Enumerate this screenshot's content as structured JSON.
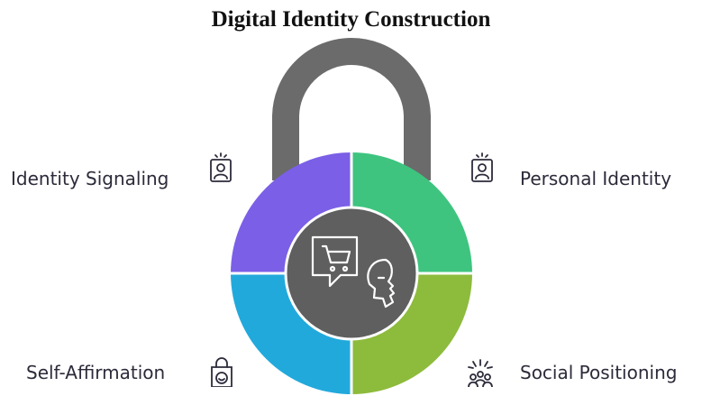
{
  "title": "Digital Identity Construction",
  "colors": {
    "shackle": "#6b6b6b",
    "center": "#5f5f5f",
    "identity_signaling": "#7b5fe6",
    "personal_identity": "#3ec47f",
    "self_affirmation": "#22a9dc",
    "social_positioning": "#8dbb3c",
    "label_text": "#2b2b3a"
  },
  "segments": [
    {
      "label": "Identity Signaling",
      "icon": "badge-icon"
    },
    {
      "label": "Personal Identity",
      "icon": "id-badge-icon"
    },
    {
      "label": "Self-Affirmation",
      "icon": "bag-smile-icon"
    },
    {
      "label": "Social Positioning",
      "icon": "people-spark-icon"
    }
  ],
  "center_icon": "shopping-chat-head-icon"
}
